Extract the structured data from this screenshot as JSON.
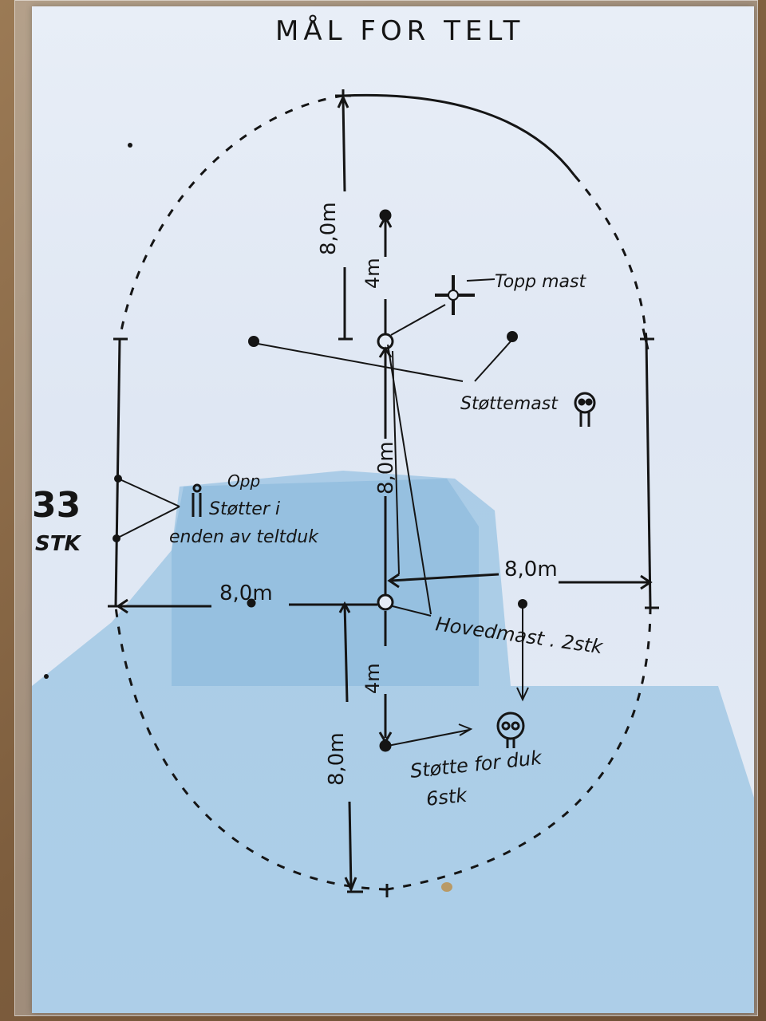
{
  "title": "MÅL FOR TELT",
  "labels": {
    "top_dim_left": "8,0m",
    "top_dim_inner": "4m",
    "top_mast": "Topp mast",
    "support_mast": "Støttemast",
    "middle_dim": "8,0m",
    "left_dim": "8,0m",
    "right_dim": "8,0m",
    "main_mast": "Hovedmast . 2stk",
    "bottom_dim_inner": "4m",
    "bottom_dim_left": "8,0m",
    "support_cloth_line1": "Støtte for duk",
    "support_cloth_line2": "6stk",
    "end_support_line1": "Opp",
    "end_support_line2": "Støtter i",
    "end_support_line3": "enden av teltduk",
    "count_number": "33",
    "count_unit": "STK"
  },
  "colors": {
    "ink": "#151515",
    "paper": "#e4ebf5",
    "tint": "#7fb6dc"
  }
}
